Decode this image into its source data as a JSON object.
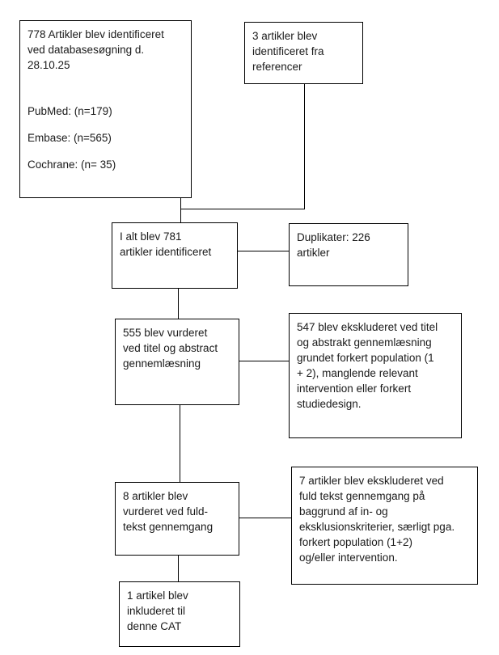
{
  "boxes": {
    "database_search": {
      "line1": "778 Artikler blev identificeret",
      "line2": "ved databasesøgning d.",
      "line3": "28.10.25",
      "pubmed": "PubMed: (n=179)",
      "embase": "Embase: (n=565)",
      "cochrane": "Cochrane: (n= 35)"
    },
    "references": {
      "line1": "3 artikler blev",
      "line2": "identificeret fra",
      "line3": "referencer"
    },
    "total": {
      "line1": "I alt blev 781",
      "line2": "artikler identificeret"
    },
    "duplicates": {
      "line1": "Duplikater: 226",
      "line2": "artikler"
    },
    "screened": {
      "line1": "555 blev vurderet",
      "line2": "ved titel og abstract",
      "line3": "gennemlæsning"
    },
    "excluded_screening": {
      "line1": "547 blev ekskluderet ved titel",
      "line2": "og abstrakt gennemlæsning",
      "line3": "grundet forkert population (1",
      "line4": "+ 2), manglende relevant",
      "line5": "intervention eller forkert",
      "line6": "studiedesign."
    },
    "fulltext": {
      "line1": "8 artikler blev",
      "line2": "vurderet ved fuld-",
      "line3": "tekst gennemgang"
    },
    "excluded_fulltext": {
      "line1": "7 artikler blev ekskluderet ved",
      "line2": "fuld tekst gennemgang på",
      "line3": "baggrund af in- og",
      "line4": "eksklusionskriterier, særligt pga.",
      "line5": "forkert population (1+2)",
      "line6": "og/eller intervention."
    },
    "included": {
      "line1": "1 artikel blev",
      "line2": "inkluderet til",
      "line3": "denne CAT"
    }
  }
}
